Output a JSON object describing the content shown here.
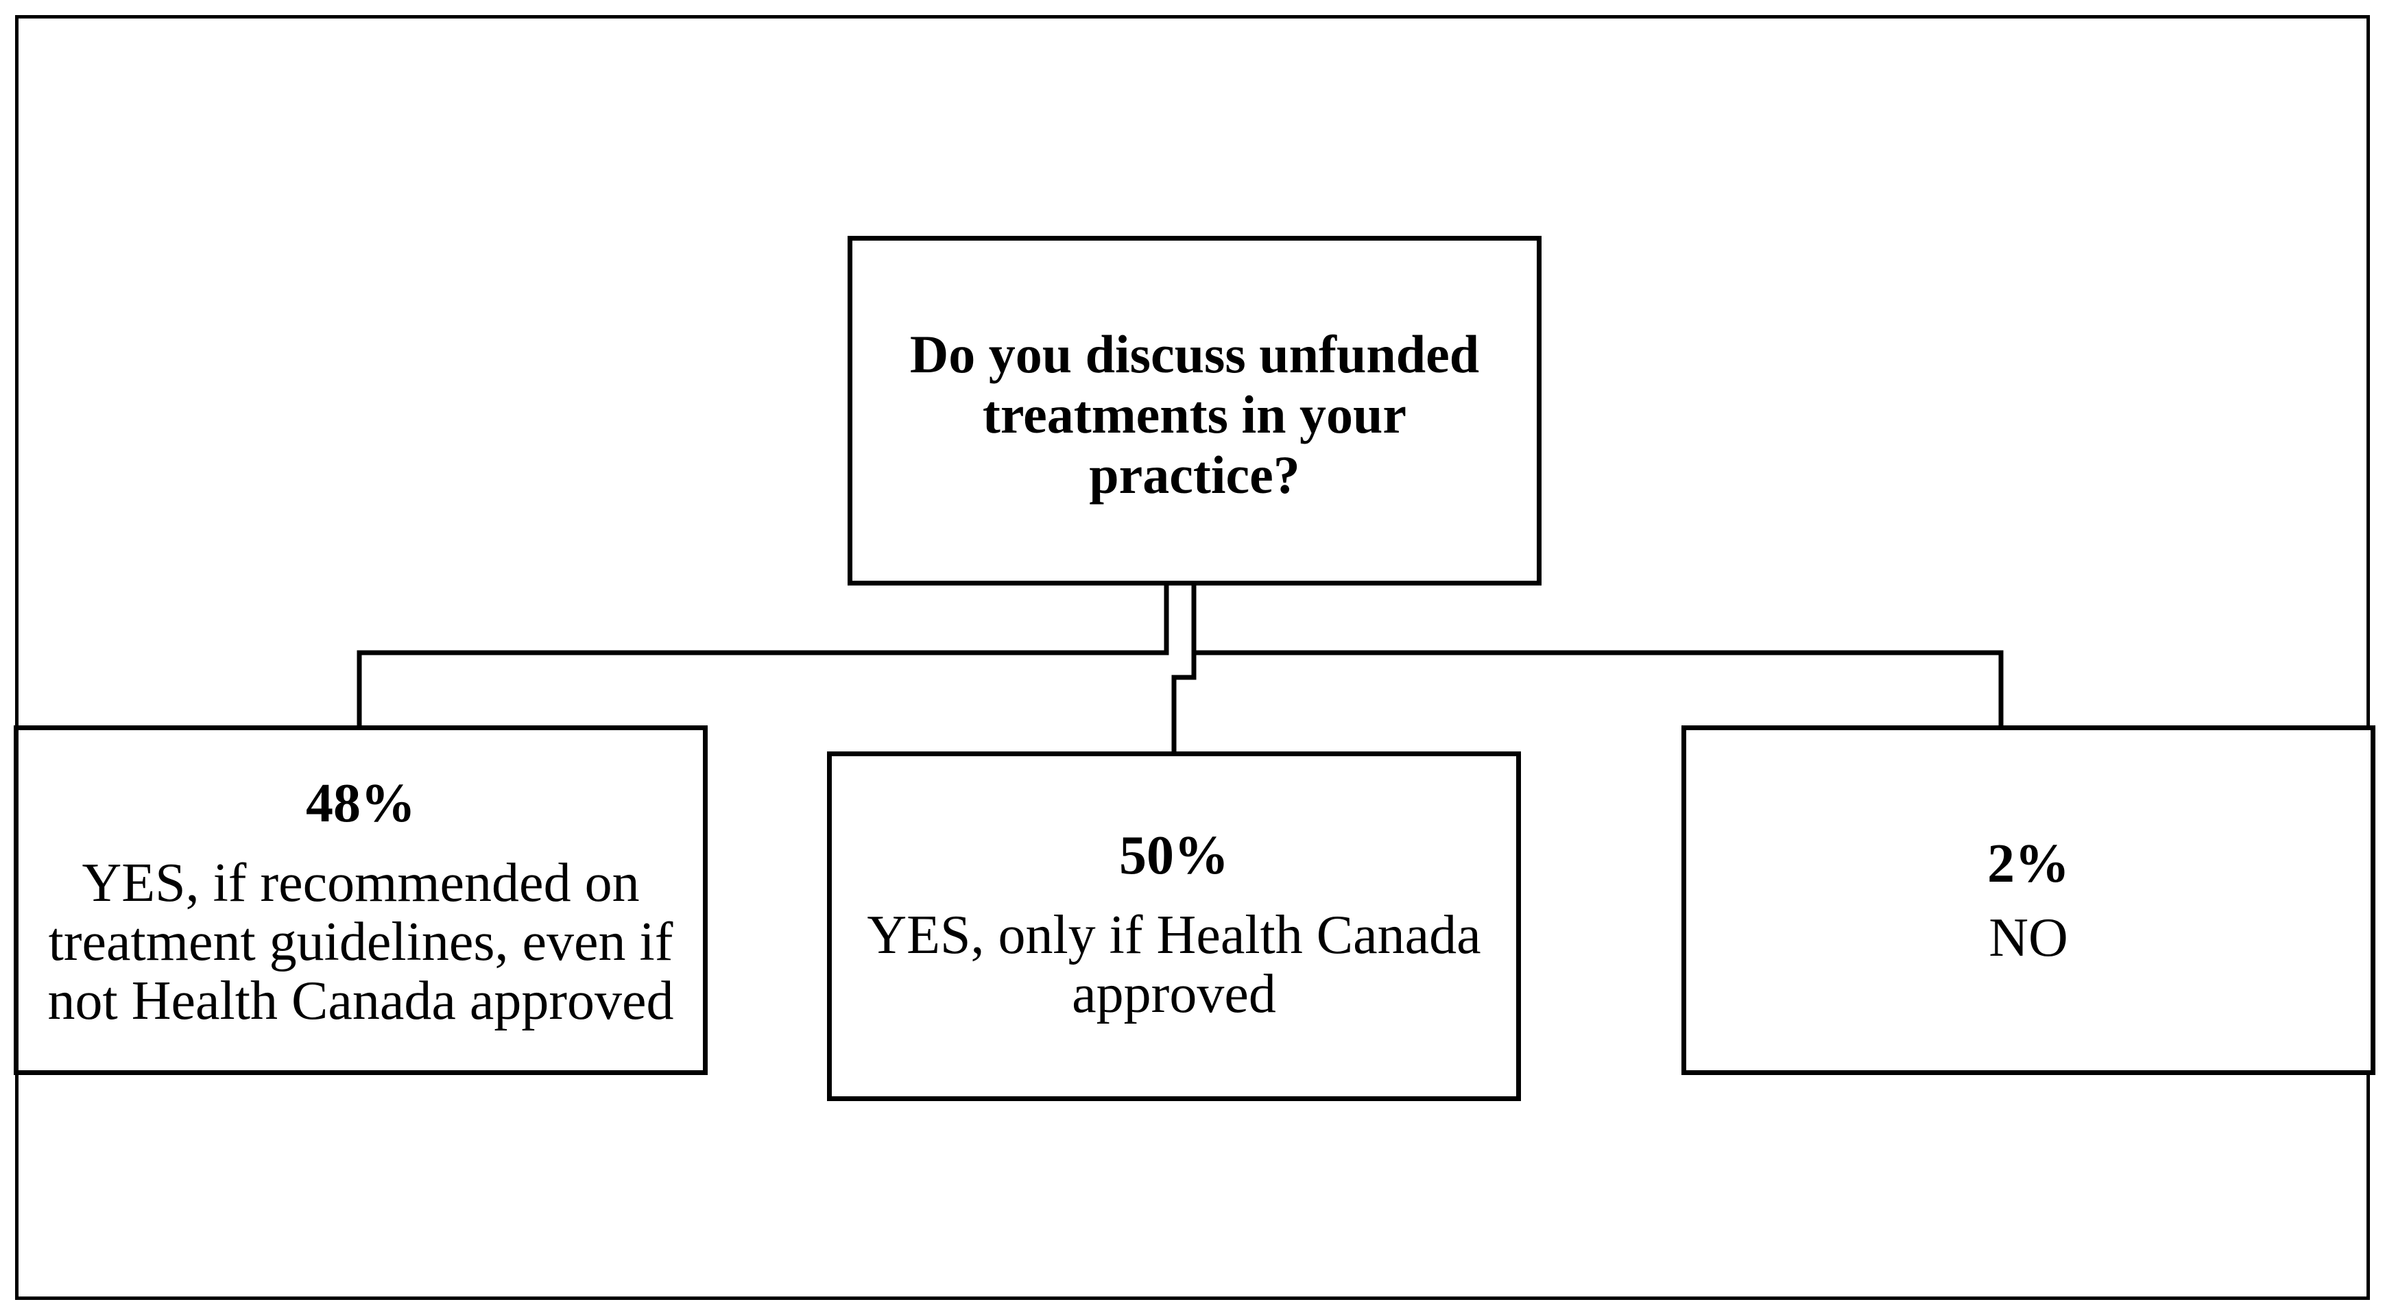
{
  "question": "Do you discuss unfunded treatments in your practice?",
  "answers": [
    {
      "percent": "48%",
      "label": "YES, if recommended on treatment guidelines, even if not Health Canada approved"
    },
    {
      "percent": "50%",
      "label": "YES, only if Health Canada approved"
    },
    {
      "percent": "2%",
      "label": "NO"
    }
  ],
  "colors": {
    "line": "#000000",
    "background": "#ffffff"
  }
}
